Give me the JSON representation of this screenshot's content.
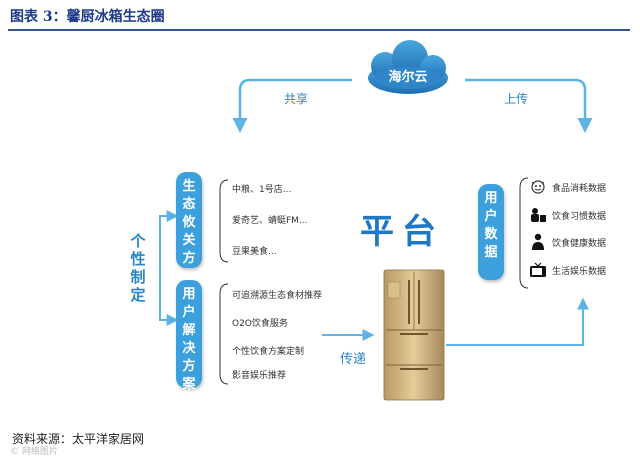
{
  "figure_title": "图表 3：馨厨冰箱生态圈",
  "cloud": "海尔云",
  "arrow_labels": {
    "share": "共享",
    "upload": "上传",
    "transfer": "传递"
  },
  "personalized": "个性制定",
  "ecosystem_box": "生态攸关方",
  "ecosystem_items": [
    "中粮、1号店...",
    "爱奇艺、蜻蜓FM...",
    "豆果美食..."
  ],
  "solution_box": "用户解决方案",
  "solution_items": [
    "可追溯源生态食材推荐",
    "O2O饮食服务",
    "个性饮食方案定制",
    "影音娱乐推荐"
  ],
  "platform": "平台",
  "user_data_box": "用户数据",
  "data_items": [
    {
      "label": "食品消耗数据",
      "icon": "food-consumption-icon"
    },
    {
      "label": "饮食习惯数据",
      "icon": "eating-habits-icon"
    },
    {
      "label": "饮食健康数据",
      "icon": "health-person-icon"
    },
    {
      "label": "生活娱乐数据",
      "icon": "tv-icon"
    }
  ],
  "source": "资料来源：太平洋家居网",
  "watermark": "© 网络图片",
  "colors": {
    "accent": "#3ba0dc",
    "cloud": "#2e86c9",
    "arrow": "#5bb3e6",
    "title": "#1e3a8a"
  }
}
